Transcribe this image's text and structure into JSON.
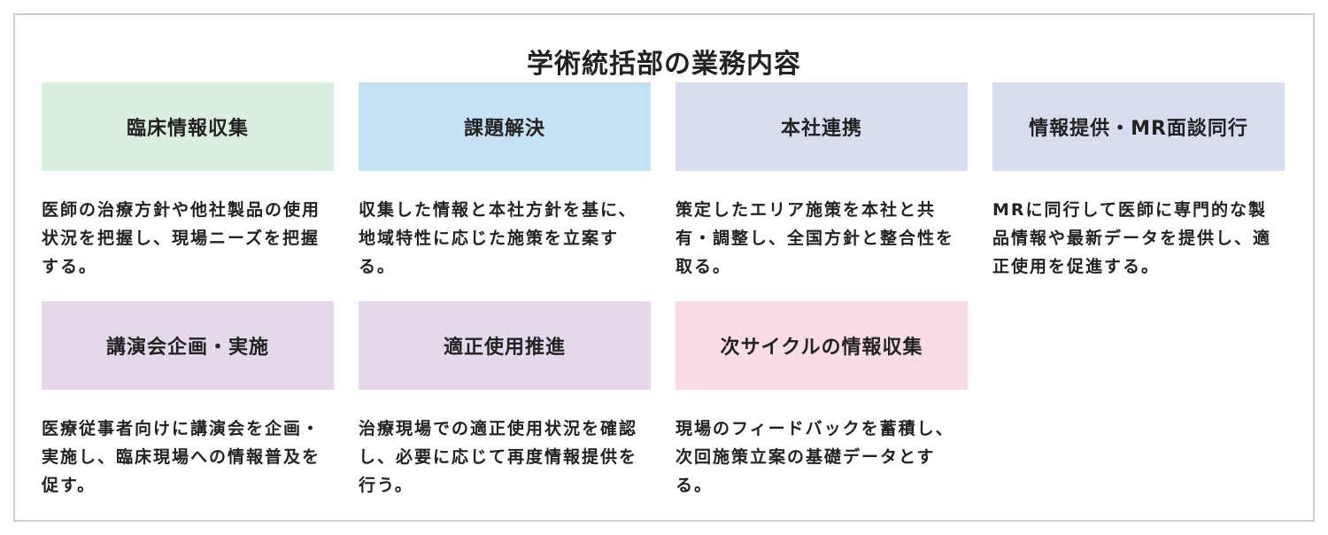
{
  "title": "学術統括部の業務内容",
  "colors": {
    "green": "#dbefe0",
    "blue": "#c6e1f3",
    "lavender_blue": "#d8dcef",
    "lavender": "#e4d9eb",
    "pink": "#f9dce8"
  },
  "cards": [
    {
      "title": "臨床情報収集",
      "description": "医師の治療方針や他社製品の使用状況を把握し、現場ニーズを把握する。",
      "color": "#dbefe0"
    },
    {
      "title": "課題解決",
      "description": "収集した情報と本社方針を基に、地域特性に応じた施策を立案する。",
      "color": "#c6e1f3"
    },
    {
      "title": "本社連携",
      "description": "策定したエリア施策を本社と共有・調整し、全国方針と整合性を取る。",
      "color": "#d8dcef"
    },
    {
      "title": "情報提供・MR面談同行",
      "description": "MRに同行して医師に専門的な製品情報や最新データを提供し、適正使用を促進する。",
      "color": "#d8dcef"
    },
    {
      "title": "講演会企画・実施",
      "description": "医療従事者向けに講演会を企画・実施し、臨床現場への情報普及を促す。",
      "color": "#e4d9eb"
    },
    {
      "title": "適正使用推進",
      "description": "治療現場での適正使用状況を確認し、必要に応じて再度情報提供を行う。",
      "color": "#e4d9eb"
    },
    {
      "title": "次サイクルの情報収集",
      "description": "現場のフィードバックを蓄積し、次回施策立案の基礎データとする。",
      "color": "#f9dce8"
    }
  ]
}
